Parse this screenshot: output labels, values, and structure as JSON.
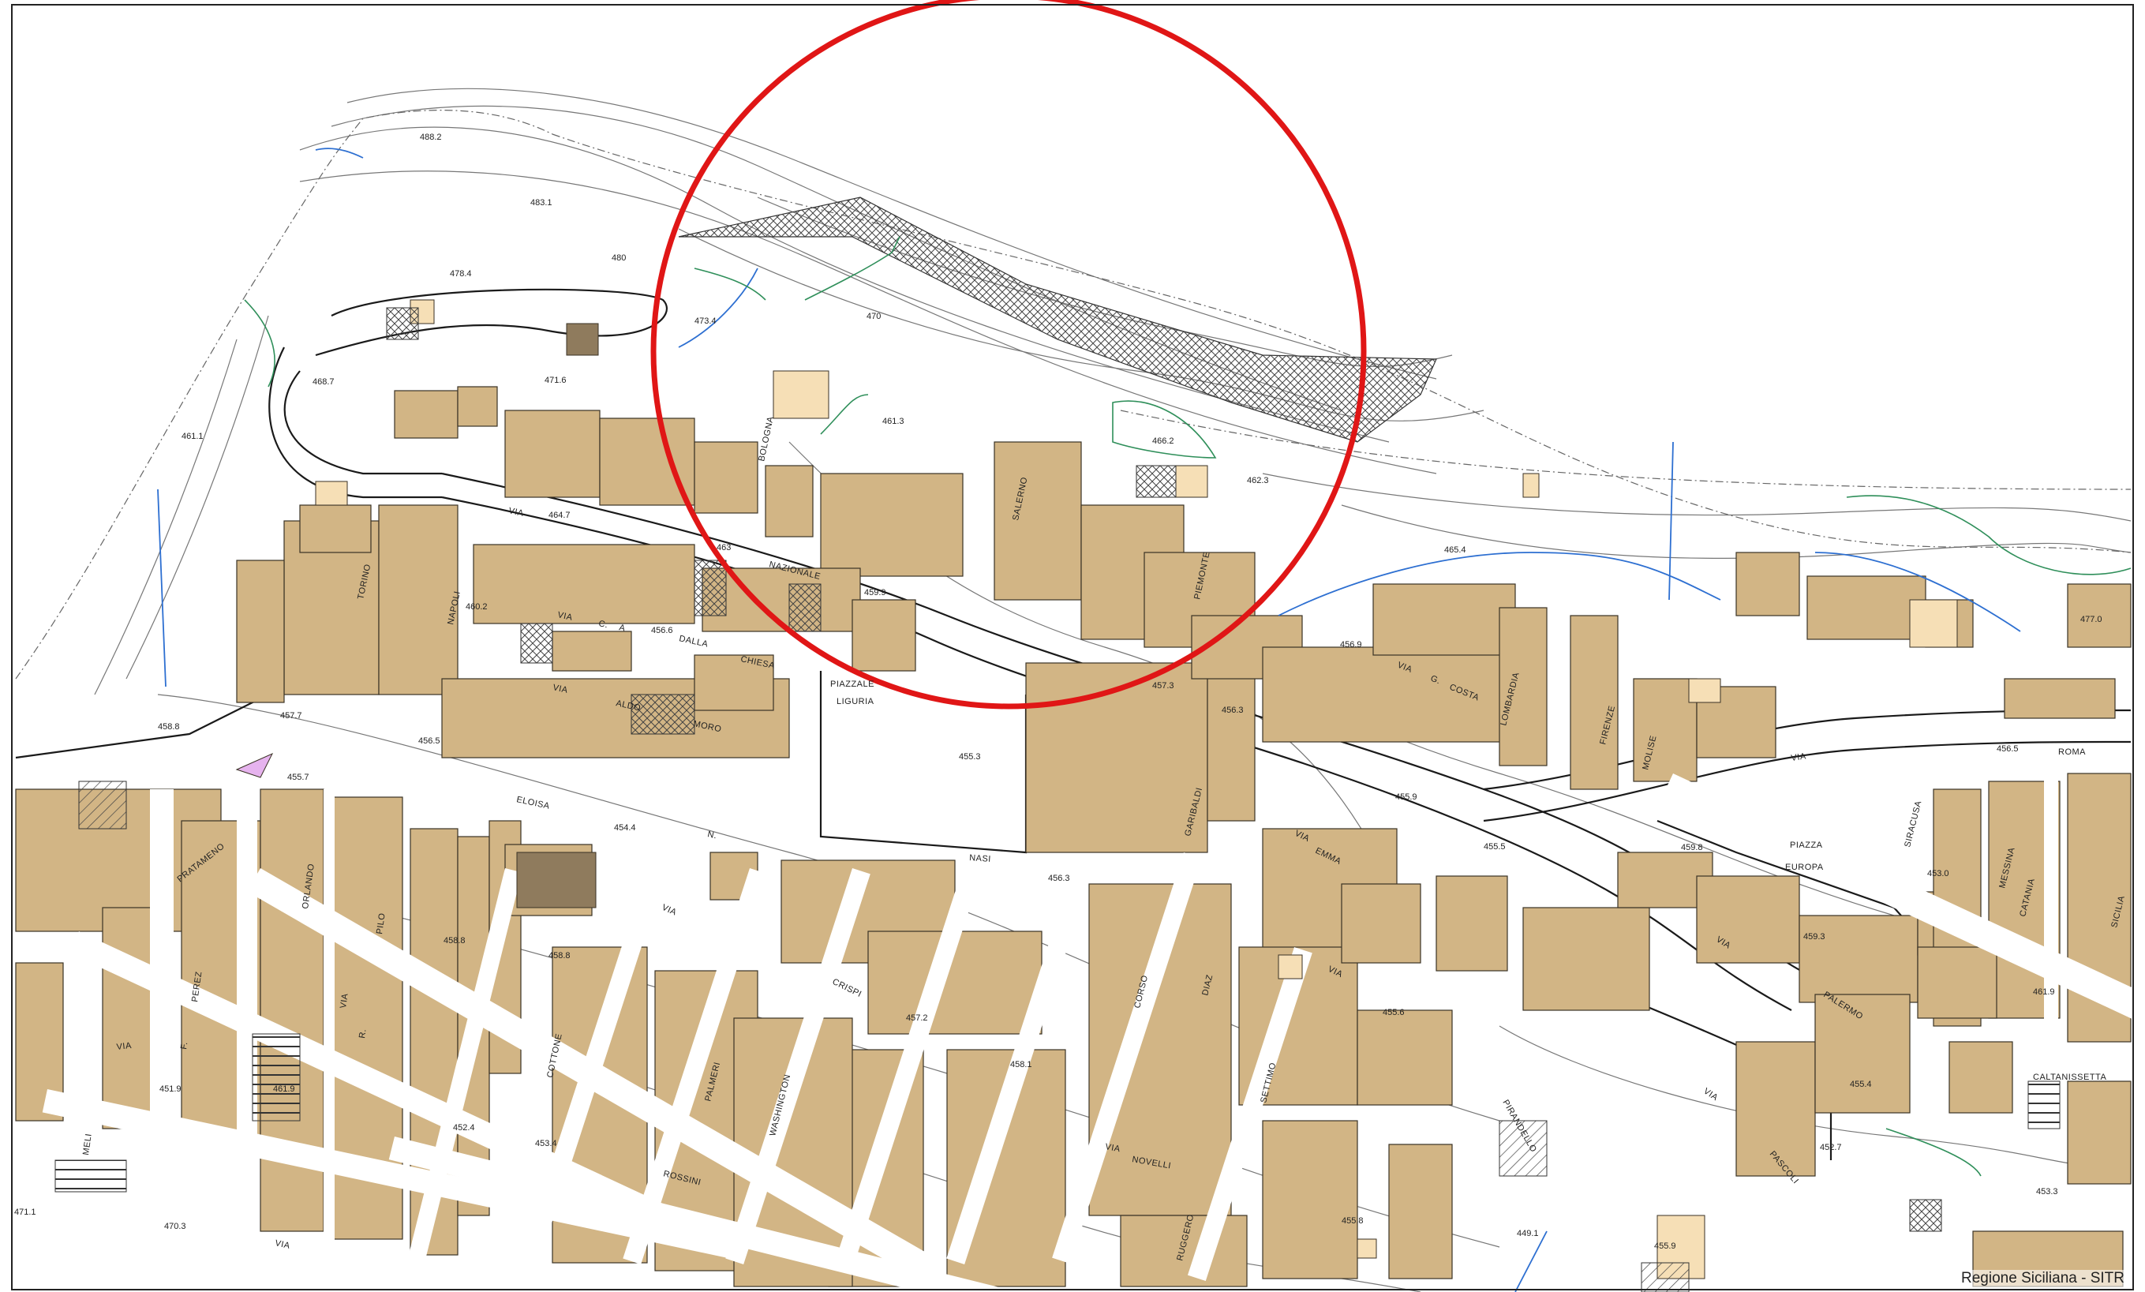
{
  "map": {
    "credit": "Regione Siciliana - SITR",
    "colors": {
      "building": "#d2b585",
      "building_outline": "#3a3225",
      "annex": "#f6dfb6",
      "special": "#8f7b5d",
      "contour": "#6b6b6b",
      "road": "#1a1a1a",
      "water": "#2d6fd1",
      "vegetation": "#2f8f5a",
      "highlight_circle": "#e01616",
      "purple_plot": "#e6b3ee"
    },
    "elevations": [
      "488.2",
      "483.1",
      "480",
      "478.4",
      "473.4",
      "471.6",
      "470",
      "468.7",
      "466.2",
      "465.4",
      "464.7",
      "463",
      "462.3",
      "461.3",
      "461.1",
      "460.2",
      "459.9",
      "459.8",
      "459.3",
      "458.8",
      "458.8",
      "458.8",
      "457.7",
      "457.3",
      "457.2",
      "456.5",
      "456.5",
      "456.3",
      "456.3",
      "455.9",
      "455.9",
      "455.8",
      "455.7",
      "455.6",
      "455.5",
      "455.4",
      "455.3",
      "454.4",
      "453.4",
      "453.3",
      "453.0",
      "452.4",
      "452.7",
      "451.9",
      "470.3",
      "458.1",
      "449.1",
      "471.1",
      "456.9",
      "477.0",
      "456.6",
      "461.9",
      "461.9"
    ],
    "street_labels": [
      "VIA",
      "NAZIONALE",
      "BOLOGNA",
      "SALERNO",
      "PIEMONTE",
      "TORINO",
      "NAPOLI",
      "VIA",
      "C.",
      "A",
      "DALLA",
      "CHIESA",
      "VIA",
      "ALDO",
      "MORO",
      "PIAZZALE",
      "LIGURIA",
      "VIA",
      "G.",
      "COSTA",
      "LOMBARDIA",
      "FIRENZE",
      "MOLISE",
      "VIA",
      "ROMA",
      "SIRACUSA",
      "MESSINA",
      "CATANIA",
      "SICILIA",
      "PIAZZA",
      "EUROPA",
      "VIA",
      "PALERMO",
      "CALTANISSETTA",
      "ELOISA",
      "N.",
      "NASI",
      "VIA",
      "PRATAMENO",
      "ORLANDO",
      "PILO",
      "R.",
      "VIA",
      "PEREZ",
      "F.",
      "MELI",
      "VIA",
      "COTTONE",
      "PALMERI",
      "WASHINGTON",
      "CRISPI",
      "CORSO",
      "DIAZ",
      "SETTIMO",
      "VIA",
      "NOVELLI",
      "RUGGERO",
      "ROSSINI",
      "VIA",
      "EMMA",
      "VIA",
      "PASCOLI",
      "PIRANDELLO",
      "GARIBALDI",
      "VIA",
      "VIA"
    ]
  }
}
